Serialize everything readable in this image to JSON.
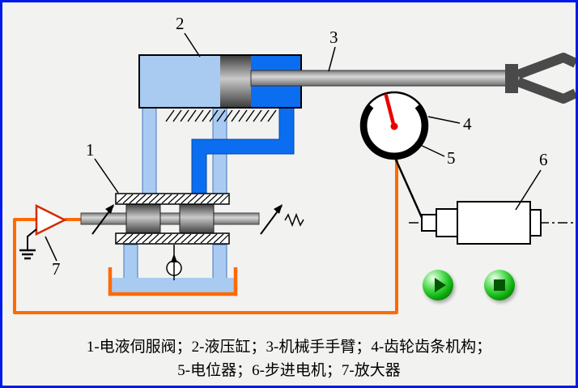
{
  "window": {
    "border_color": "#0019f0",
    "background": "#f2f2f1"
  },
  "diagram": {
    "part_labels": {
      "servo_valve": "1",
      "hydraulic_cylinder": "2",
      "manipulator_arm": "3",
      "gear_rack": "4",
      "potentiometer": "5",
      "stepper_motor": "6",
      "amplifier": "7"
    },
    "colors": {
      "fluid_light_blue": "#a9cbf2",
      "fluid_dark_blue": "#0b6ef0",
      "feedback_wire_orange": "#ff6a00",
      "tank_outline_orange": "#ff6a00",
      "pointer_red": "#e80000",
      "button_green": "#0aa80a"
    },
    "icons": {
      "play": "play-icon",
      "stop": "stop-icon"
    }
  },
  "caption": {
    "line1": "1-电液伺服阀；2-液压缸；3-机械手手臂；4-齿轮齿条机构；",
    "line2": "5-电位器；6-步进电机；7-放大器"
  }
}
